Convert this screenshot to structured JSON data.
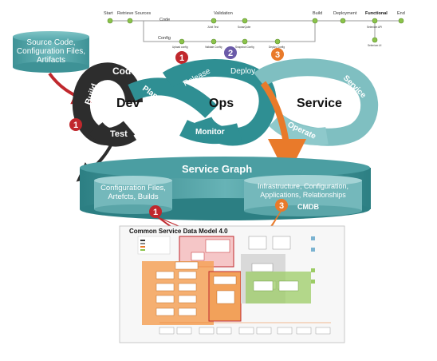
{
  "pipeline": {
    "top_stages": [
      "Start",
      "Retrieve Sources",
      "Validation",
      "Build",
      "Deployment",
      "Functional",
      "End"
    ],
    "row_labels": {
      "code": "Code",
      "config": "Config"
    },
    "validation_steps": [
      "JUnit Test",
      "SonarQube"
    ],
    "config_steps": [
      "Upload config",
      "Validate Config",
      "Snapshot Config",
      "Deploy Config"
    ],
    "functional_steps": [
      "Selenium API",
      "Selenium UI"
    ],
    "markers": [
      "1",
      "2",
      "3"
    ]
  },
  "source_cylinder": {
    "text": "Source Code, Configuration Files, Artifacts"
  },
  "loop": {
    "dev": "Dev",
    "ops": "Ops",
    "service": "Service",
    "segments": [
      "Code",
      "Build",
      "Test",
      "Plan",
      "Release",
      "Deploy",
      "Monitor",
      "Operate",
      "Service"
    ]
  },
  "service_graph": {
    "title": "Service Graph",
    "left_text": "Configuration Files, Artefcts, Builds",
    "right_text": "Infrastructure, Configuration, Applications, Relationships",
    "right_subtext": "CMDB",
    "markers": [
      "1",
      "3"
    ]
  },
  "model": {
    "title": "Common Service Data Model 4.0"
  },
  "colors": {
    "teal": "#2f8f93",
    "red": "#c0282d",
    "orange": "#e97a2a",
    "purple": "#6a5aa8",
    "green": "#8bc34a"
  }
}
